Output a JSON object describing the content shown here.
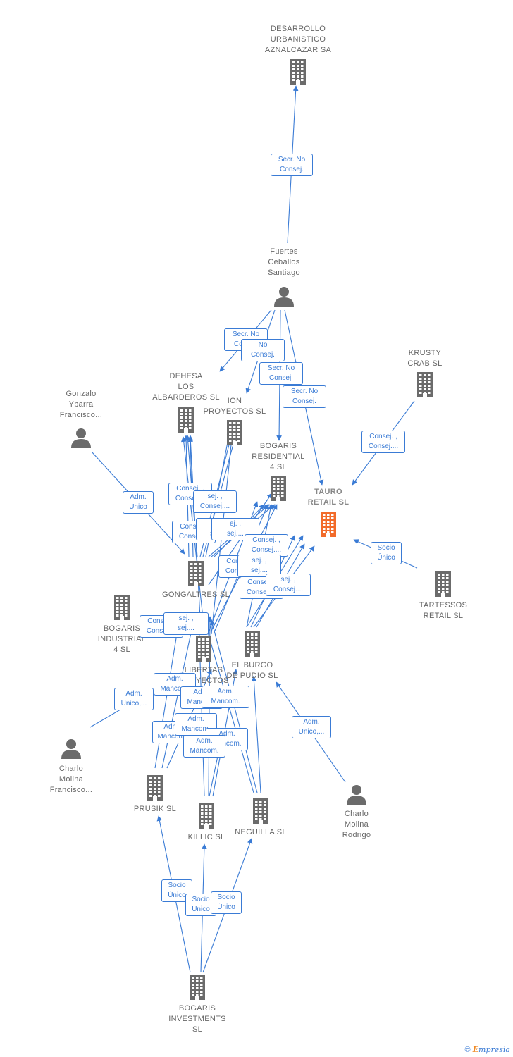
{
  "nodes": [
    {
      "id": "desarrollo",
      "lines": [
        "DESARROLLO",
        "URBANISTICO",
        "AZNALCAZAR SA"
      ],
      "kind": "company"
    },
    {
      "id": "fuertes",
      "lines": [
        "Fuertes",
        "Ceballos",
        "Santiago"
      ],
      "kind": "person"
    },
    {
      "id": "krusty",
      "lines": [
        "KRUSTY",
        "CRAB  SL"
      ],
      "kind": "company"
    },
    {
      "id": "dehesa",
      "lines": [
        "DEHESA",
        "LOS",
        "ALBARDEROS SL"
      ],
      "kind": "company"
    },
    {
      "id": "ion",
      "lines": [
        "ION",
        "PROYECTOS SL"
      ],
      "kind": "company"
    },
    {
      "id": "gonzalo",
      "lines": [
        "Gonzalo",
        "Ybarra",
        "Francisco..."
      ],
      "kind": "person"
    },
    {
      "id": "bogaris_res",
      "lines": [
        "BOGARIS",
        "RESIDENTIAL",
        "4 SL"
      ],
      "kind": "company"
    },
    {
      "id": "tauro",
      "lines": [
        "TAURO",
        "RETAIL  SL"
      ],
      "kind": "company",
      "highlight": true
    },
    {
      "id": "tartessos",
      "lines": [
        "TARTESSOS",
        "RETAIL  SL"
      ],
      "kind": "company"
    },
    {
      "id": "gongaltres",
      "lines": [
        "GONGALTRES SL"
      ],
      "kind": "company"
    },
    {
      "id": "bogaris_ind",
      "lines": [
        "BOGARIS",
        "INDUSTRIAL",
        "4 SL"
      ],
      "kind": "company"
    },
    {
      "id": "libertas",
      "lines": [
        "LIBERTAS",
        "PROYECTOS"
      ],
      "kind": "company"
    },
    {
      "id": "elburgo",
      "lines": [
        "EL BURGO",
        "DE PUDIO SL"
      ],
      "kind": "company"
    },
    {
      "id": "charlo_fco",
      "lines": [
        "Charlo",
        "Molina",
        "Francisco..."
      ],
      "kind": "person"
    },
    {
      "id": "prusik",
      "lines": [
        "PRUSIK SL"
      ],
      "kind": "company"
    },
    {
      "id": "killic",
      "lines": [
        "KILLIC SL"
      ],
      "kind": "company"
    },
    {
      "id": "neguilla",
      "lines": [
        "NEGUILLA SL"
      ],
      "kind": "company"
    },
    {
      "id": "charlo_rod",
      "lines": [
        "Charlo",
        "Molina",
        "Rodrigo"
      ],
      "kind": "person"
    },
    {
      "id": "bogaris_inv",
      "lines": [
        "BOGARIS",
        "INVESTMENTS",
        "SL"
      ],
      "kind": "company"
    }
  ],
  "edge_labels": [
    {
      "text": [
        "Secr.  No",
        "Consej."
      ]
    },
    {
      "text": [
        "Secr.  No",
        "Consej."
      ]
    },
    {
      "text": [
        "No",
        "Consej."
      ]
    },
    {
      "text": [
        "Secr.  No",
        "Consej."
      ]
    },
    {
      "text": [
        "Secr.  No",
        "Consej."
      ]
    },
    {
      "text": [
        "Consej. ,",
        "Consej...."
      ]
    },
    {
      "text": [
        "Socio",
        "Único"
      ]
    },
    {
      "text": [
        "Adm.",
        "Unico"
      ]
    },
    {
      "text": [
        "Consej. ,",
        "Consej...."
      ]
    },
    {
      "text": [
        "sej. ,",
        "Consej...."
      ]
    },
    {
      "text": [
        "Consej. ,",
        "Consej...."
      ]
    },
    {
      "text": [
        "sej. ,",
        "sej...."
      ]
    },
    {
      "text": [
        "ej. ,",
        "sej...."
      ]
    },
    {
      "text": [
        "Consej. ,",
        "Consej...."
      ]
    },
    {
      "text": [
        "Consej. ,",
        "Consej...."
      ]
    },
    {
      "text": [
        "sej. ,",
        "sej...."
      ]
    },
    {
      "text": [
        "Consej. ,",
        "Consej...."
      ]
    },
    {
      "text": [
        "sej. ,",
        "Consej...."
      ]
    },
    {
      "text": [
        "Consej. ,",
        "Consej...."
      ]
    },
    {
      "text": [
        "sej. ,",
        "sej...."
      ]
    },
    {
      "text": [
        "Adm.",
        "Mancom."
      ]
    },
    {
      "text": [
        "Adm.",
        "Unico,..."
      ]
    },
    {
      "text": [
        "Adm.",
        "Mancom."
      ]
    },
    {
      "text": [
        "Adm.",
        "Mancom."
      ]
    },
    {
      "text": [
        "Adm.",
        "Mancom."
      ]
    },
    {
      "text": [
        "Adm.",
        "Mancom."
      ]
    },
    {
      "text": [
        "Adm.",
        "Mancom."
      ]
    },
    {
      "text": [
        "Adm.",
        "Mancom."
      ]
    },
    {
      "text": [
        "Adm.",
        "Unico,..."
      ]
    },
    {
      "text": [
        "Socio",
        "Único"
      ]
    },
    {
      "text": [
        "Socio",
        "Único"
      ]
    },
    {
      "text": [
        "Socio",
        "Único"
      ]
    }
  ],
  "footer": {
    "copyright": "©",
    "brand_first": "E",
    "brand_rest": "mpresia"
  },
  "colors": {
    "edge": "#3a7bd5",
    "node": "#6b6b6b",
    "highlight": "#f26b2a",
    "text": "#666666"
  }
}
